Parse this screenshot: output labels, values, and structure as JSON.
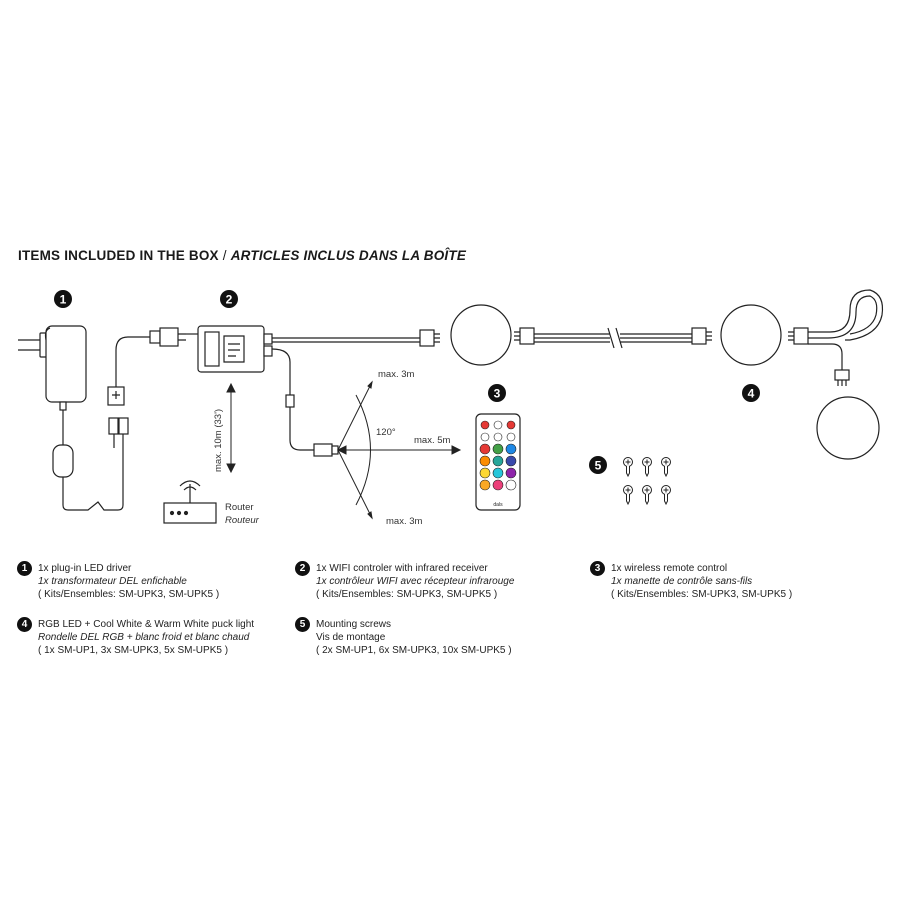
{
  "heading": {
    "en": "ITEMS INCLUDED IN THE BOX",
    "separator": "/",
    "fr": "ARTICLES INCLUS DANS LA BOÎTE"
  },
  "badges": [
    "1",
    "2",
    "3",
    "4",
    "5"
  ],
  "diagram_labels": {
    "distance_vertical": "max. 10m (33')",
    "router_en": "Router",
    "router_fr": "Routeur",
    "angle": "120°",
    "range_top": "max. 3m",
    "range_mid": "max. 5m",
    "range_bottom": "max. 3m"
  },
  "remote_colors": [
    "#e53935",
    "#43a047",
    "#1e88e5",
    "#fb8c00",
    "#26a69a",
    "#3949ab",
    "#fdd835",
    "#26c6da",
    "#8e24aa",
    "#f9a825",
    "#ec407a",
    "#ffffff"
  ],
  "legend": [
    {
      "num": "1",
      "en": "1x plug-in LED driver",
      "fr": "1x transformateur DEL enfichable",
      "kits": "( Kits/Ensembles: SM-UPK3, SM-UPK5 )"
    },
    {
      "num": "2",
      "en": "1x WIFI controler with infrared receiver",
      "fr": "1x contrôleur WIFI avec récepteur infrarouge",
      "kits": "( Kits/Ensembles: SM-UPK3, SM-UPK5 )"
    },
    {
      "num": "3",
      "en": "1x wireless remote control",
      "fr": "1x manette de contrôle sans-fils",
      "kits": "( Kits/Ensembles: SM-UPK3, SM-UPK5 )"
    },
    {
      "num": "4",
      "en": "RGB LED + Cool White & Warm White puck light",
      "fr": "Rondelle DEL RGB + blanc froid et blanc chaud",
      "kits": "( 1x SM-UP1, 3x SM-UPK3, 5x SM-UPK5 )"
    },
    {
      "num": "5",
      "en": "Mounting screws",
      "fr": "Vis de montage",
      "kits": "( 2x SM-UP1, 6x SM-UPK3, 10x SM-UPK5 )"
    }
  ]
}
